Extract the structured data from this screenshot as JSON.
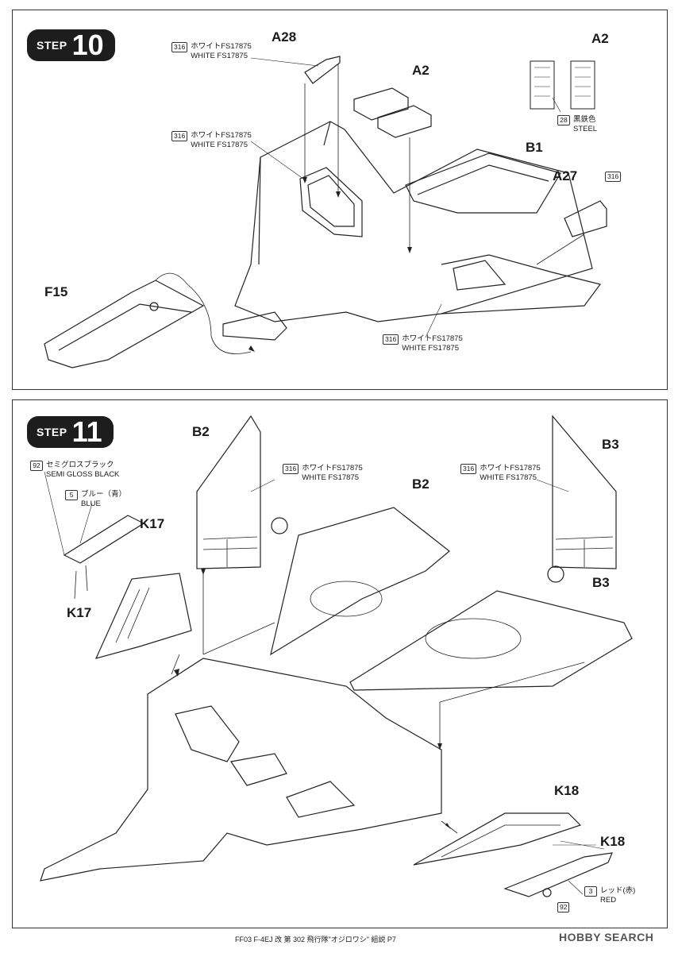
{
  "step10": {
    "step_word": "STEP",
    "step_number": "10",
    "labels": {
      "a28": "A28",
      "a2_top": "A2",
      "a2_right": "A2",
      "b1": "B1",
      "a27": "A27",
      "f15": "F15"
    },
    "notes": {
      "white1": {
        "code": "316",
        "jp": "ホワイトFS17875",
        "en": "WHITE FS17875"
      },
      "white2": {
        "code": "316",
        "jp": "ホワイトFS17875",
        "en": "WHITE FS17875"
      },
      "white3": {
        "code": "316",
        "jp": "ホワイトFS17875",
        "en": "WHITE FS17875"
      },
      "steel": {
        "code": "28",
        "jp": "黒鉄色",
        "en": "STEEL"
      },
      "a27_code": "316"
    }
  },
  "step11": {
    "step_word": "STEP",
    "step_number": "11",
    "labels": {
      "b2_left": "B2",
      "b2_mid": "B2",
      "b3_right": "B3",
      "b3_mid": "B3",
      "k17_top": "K17",
      "k17_left": "K17",
      "k18_a": "K18",
      "k18_b": "K18"
    },
    "notes": {
      "semigloss": {
        "code": "92",
        "jp": "セミグロスブラック",
        "en": "SEMI GLOSS BLACK"
      },
      "blue": {
        "code": "5",
        "jp": "ブルー（青）",
        "en": "BLUE"
      },
      "white_l": {
        "code": "316",
        "jp": "ホワイトFS17875",
        "en": "WHITE FS17875"
      },
      "white_r": {
        "code": "316",
        "jp": "ホワイトFS17875",
        "en": "WHITE FS17875"
      },
      "red": {
        "code": "3",
        "jp": "レッド(赤)",
        "en": "RED"
      },
      "code92_bottom": "92"
    }
  },
  "footer": "FF03 F-4EJ 改 第 302 飛行隊\"オジロワシ\" 組説 P7",
  "watermark": "HOBBY SEARCH"
}
